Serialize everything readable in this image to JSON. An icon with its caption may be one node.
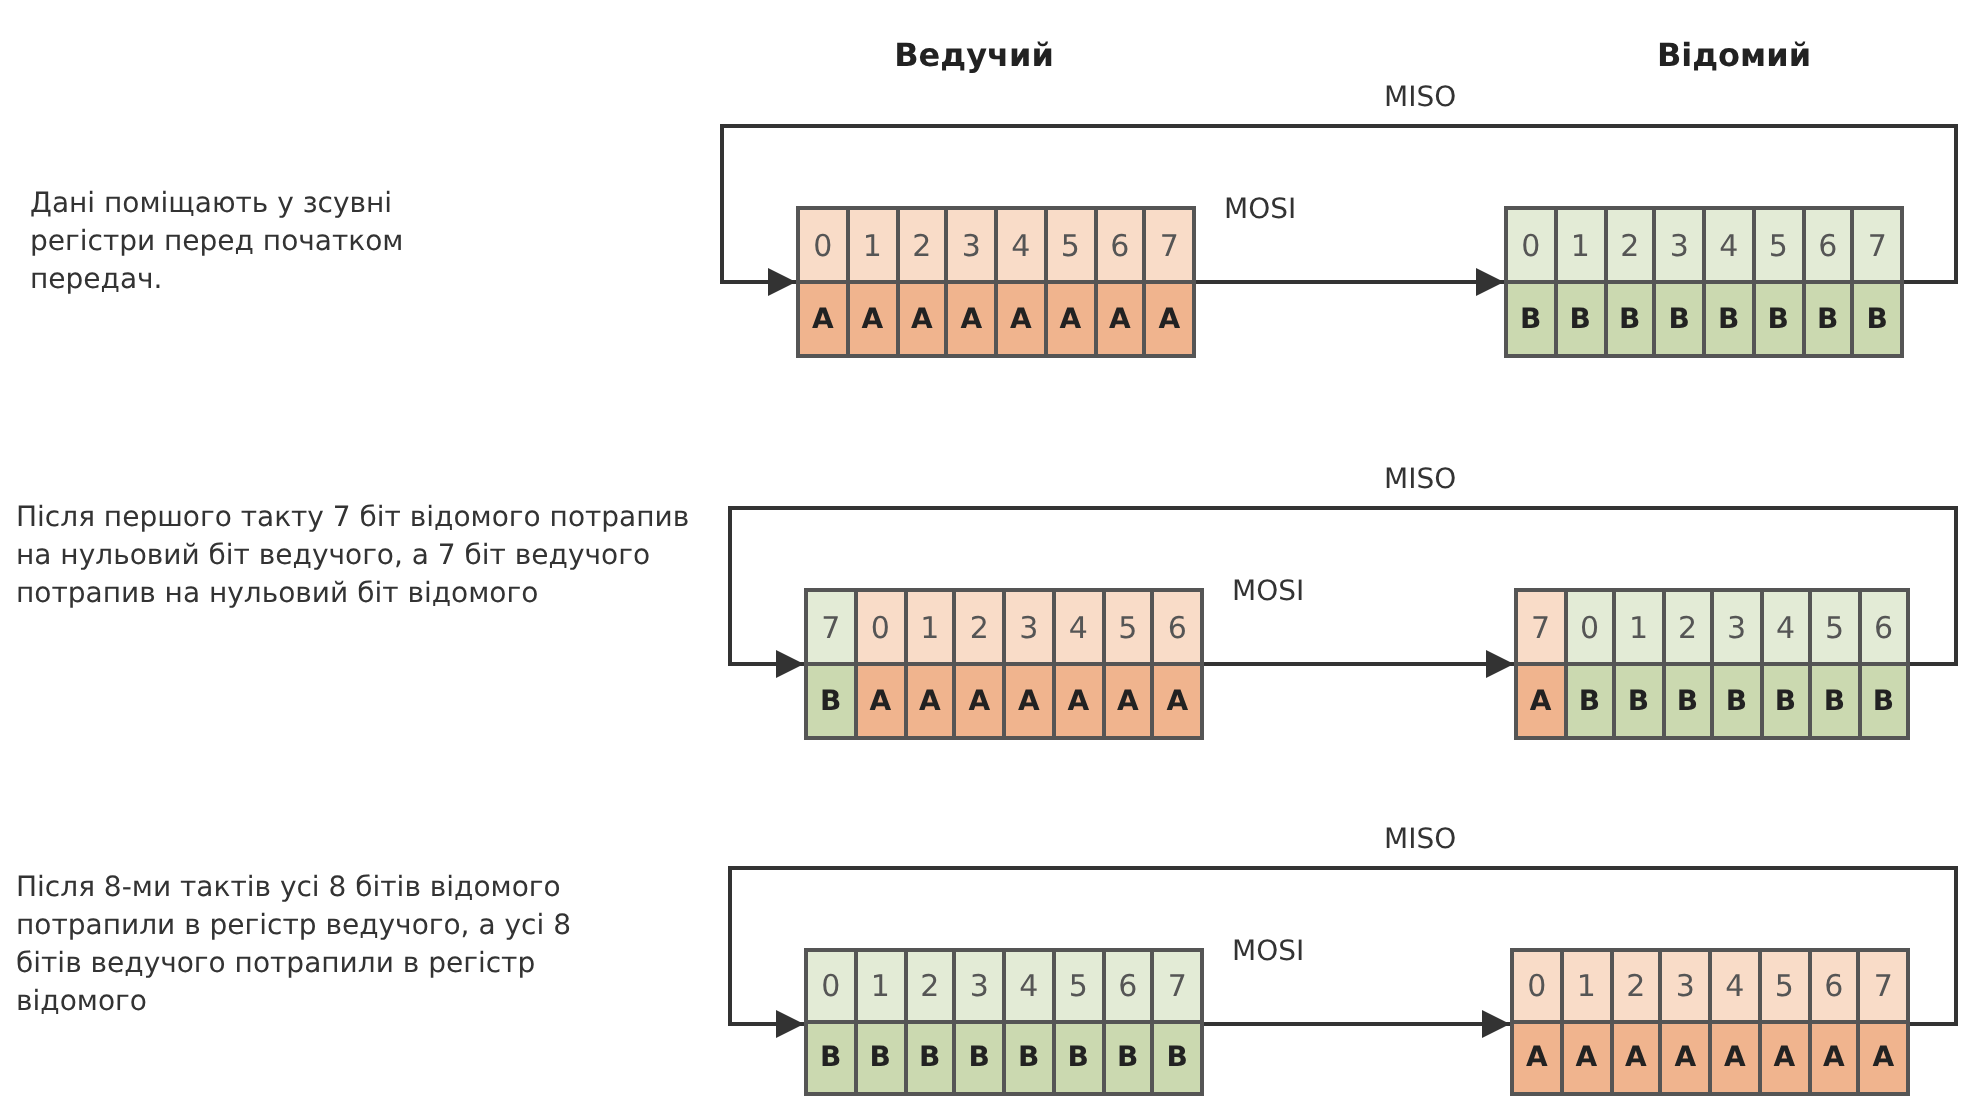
{
  "diagram": {
    "nodes": [
      {
        "text": [
          "0",
          "1",
          "2",
          "3",
          "4",
          "5",
          "6",
          "7",
          "A",
          "A",
          "A",
          "A",
          "A",
          "A",
          "A",
          "A"
        ]
      },
      {
        "text": [
          "0",
          "1",
          "2",
          "3",
          "4",
          "5",
          "6",
          "7",
          "B",
          "B",
          "B",
          "B",
          "B",
          "B",
          "B",
          "B"
        ]
      },
      {
        "text": [
          "7",
          "0",
          "1",
          "2",
          "3",
          "4",
          "5",
          "6",
          "B",
          "A",
          "A",
          "A",
          "A",
          "A",
          "A",
          "A"
        ]
      },
      {
        "text": [
          "7",
          "0",
          "1",
          "2",
          "3",
          "4",
          "5",
          "6",
          "A",
          "B",
          "B",
          "B",
          "B",
          "B",
          "B",
          "B"
        ]
      },
      {
        "text": [
          "0",
          "1",
          "2",
          "3",
          "4",
          "5",
          "6",
          "7",
          "B",
          "B",
          "B",
          "B",
          "B",
          "B",
          "B",
          "B"
        ]
      },
      {
        "text": [
          "0",
          "1",
          "2",
          "3",
          "4",
          "5",
          "6",
          "7",
          "A",
          "A",
          "A",
          "A",
          "A",
          "A",
          "A",
          "A"
        ]
      }
    ],
    "edges": [
      {
        "from": 0,
        "to": 1,
        "arrow": "to",
        "label": "MOSI"
      },
      {
        "from": 1,
        "to": 0,
        "arrow": "to",
        "label": "MISO"
      },
      {
        "from": 2,
        "to": 3,
        "arrow": "to",
        "label": "MOSI"
      },
      {
        "from": 3,
        "to": 2,
        "arrow": "to",
        "label": "MISO"
      },
      {
        "from": 4,
        "to": 5,
        "arrow": "to",
        "label": "MOSI"
      },
      {
        "from": 5,
        "to": 4,
        "arrow": "to",
        "label": "MISO"
      }
    ],
    "labels": [
      "Ведучий",
      "Відомий",
      "Дані поміщають у зсувні регістри перед початком передач.",
      "Після першого такту 7 біт відомого потрапив на нульовий біт ведучого, а 7 біт ведучого потрапив на нульовий біт відомого",
      "Після 8-ми тактів усі 8 бітів відомого потрапили в регістр ведучого, а усі 8 бітів ведучого потрапили в регістр відомого"
    ]
  }
}
